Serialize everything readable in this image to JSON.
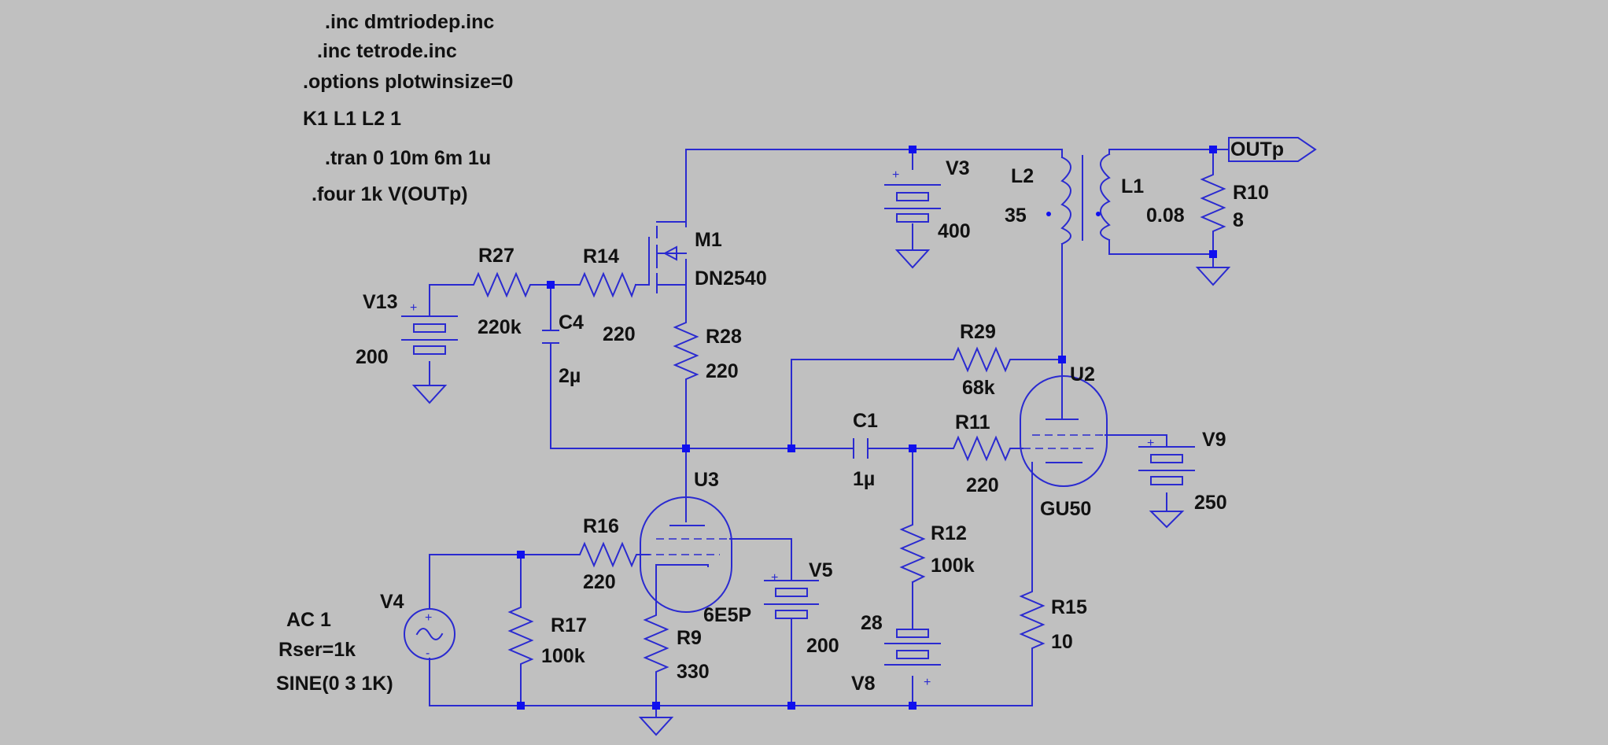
{
  "directives": [
    ".inc dmtriodep.inc",
    ".inc tetrode.inc",
    ".options plotwinsize=0",
    "K1 L1 L2 1",
    ".tran 0 10m 6m 1u",
    ".four 1k V(OUTp)"
  ],
  "labels": {
    "V3": "V3",
    "V3_val": "400",
    "L2": "L2",
    "L2_val": "35",
    "L1": "L1",
    "L1_val": "0.08",
    "R10": "R10",
    "R10_val": "8",
    "OUTp": "OUTp",
    "M1": "M1",
    "M1_val": "DN2540",
    "R27": "R27",
    "R27_val": "220k",
    "R14": "R14",
    "R14_val": "220",
    "V13": "V13",
    "V13_val": "200",
    "C4": "C4",
    "C4_val": "2µ",
    "R28": "R28",
    "R28_val": "220",
    "R29": "R29",
    "R29_val": "68k",
    "U2": "U2",
    "U2_val": "GU50",
    "C1": "C1",
    "C1_val": "1µ",
    "R11": "R11",
    "R11_val": "220",
    "V9": "V9",
    "V9_val": "250",
    "U3": "U3",
    "U3_val": "6E5P",
    "R16": "R16",
    "R16_val": "220",
    "R12": "R12",
    "R12_val": "100k",
    "V5": "V5",
    "V5_val": "200",
    "V4": "V4",
    "V4_ac": "AC 1",
    "V4_rser": "Rser=1k",
    "V4_sine": "SINE(0 3 1K)",
    "R17": "R17",
    "R17_val": "100k",
    "R9": "R9",
    "R9_val": "330",
    "R8": "28",
    "V8": "V8",
    "R15": "R15",
    "R15_val": "10"
  },
  "colors": {
    "background": "#c0c0c0",
    "wire": "#2a2ad0",
    "junction": "#1010ee",
    "text": "#111111"
  }
}
